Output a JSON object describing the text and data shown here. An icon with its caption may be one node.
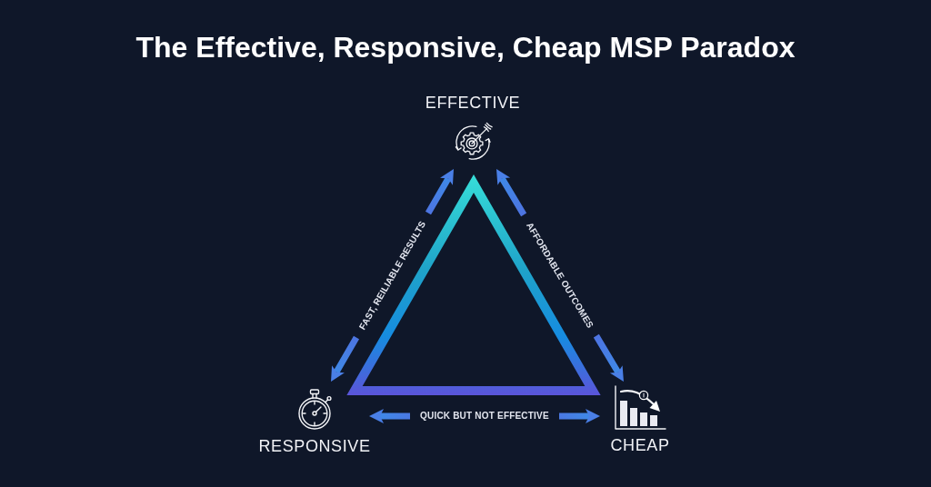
{
  "diagram": {
    "title": "The Effective, Responsive, Cheap MSP Paradox",
    "nodes": [
      {
        "text": [
          "EFFECTIVE"
        ]
      },
      {
        "text": [
          "RESPONSIVE"
        ]
      },
      {
        "text": [
          "CHEAP"
        ]
      }
    ],
    "edges": [
      {
        "from": 0,
        "to": 1,
        "arrow": "both",
        "label": "FAST, REILIABLE RESULTS"
      },
      {
        "from": 0,
        "to": 2,
        "arrow": "both",
        "label": "AFFORDABLE OUTCOMES"
      },
      {
        "from": 1,
        "to": 2,
        "arrow": "both",
        "label": "QUICK BUT NOT EFFECTIVE"
      }
    ]
  }
}
